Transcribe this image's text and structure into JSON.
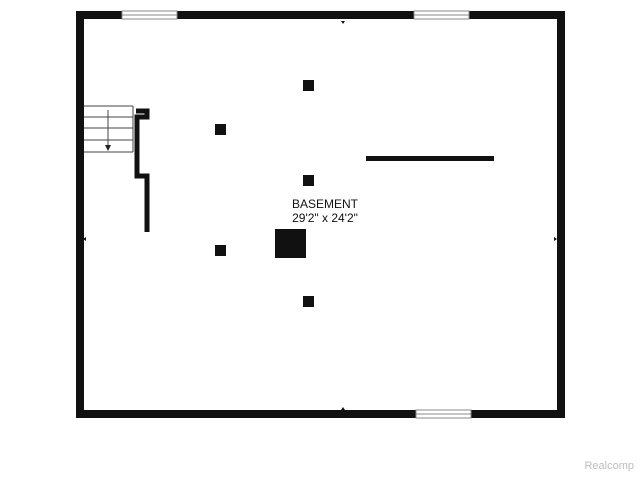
{
  "room": {
    "name": "BASEMENT",
    "dimensions": "29'2\" x 24'2\""
  },
  "watermark": "Realcomp",
  "colors": {
    "wall": "#111111",
    "background": "#ffffff",
    "window_frame": "#888888",
    "watermark": "#bdbdbd"
  },
  "icons": [
    "stair-arrow-icon",
    "dimension-tick-icon"
  ]
}
